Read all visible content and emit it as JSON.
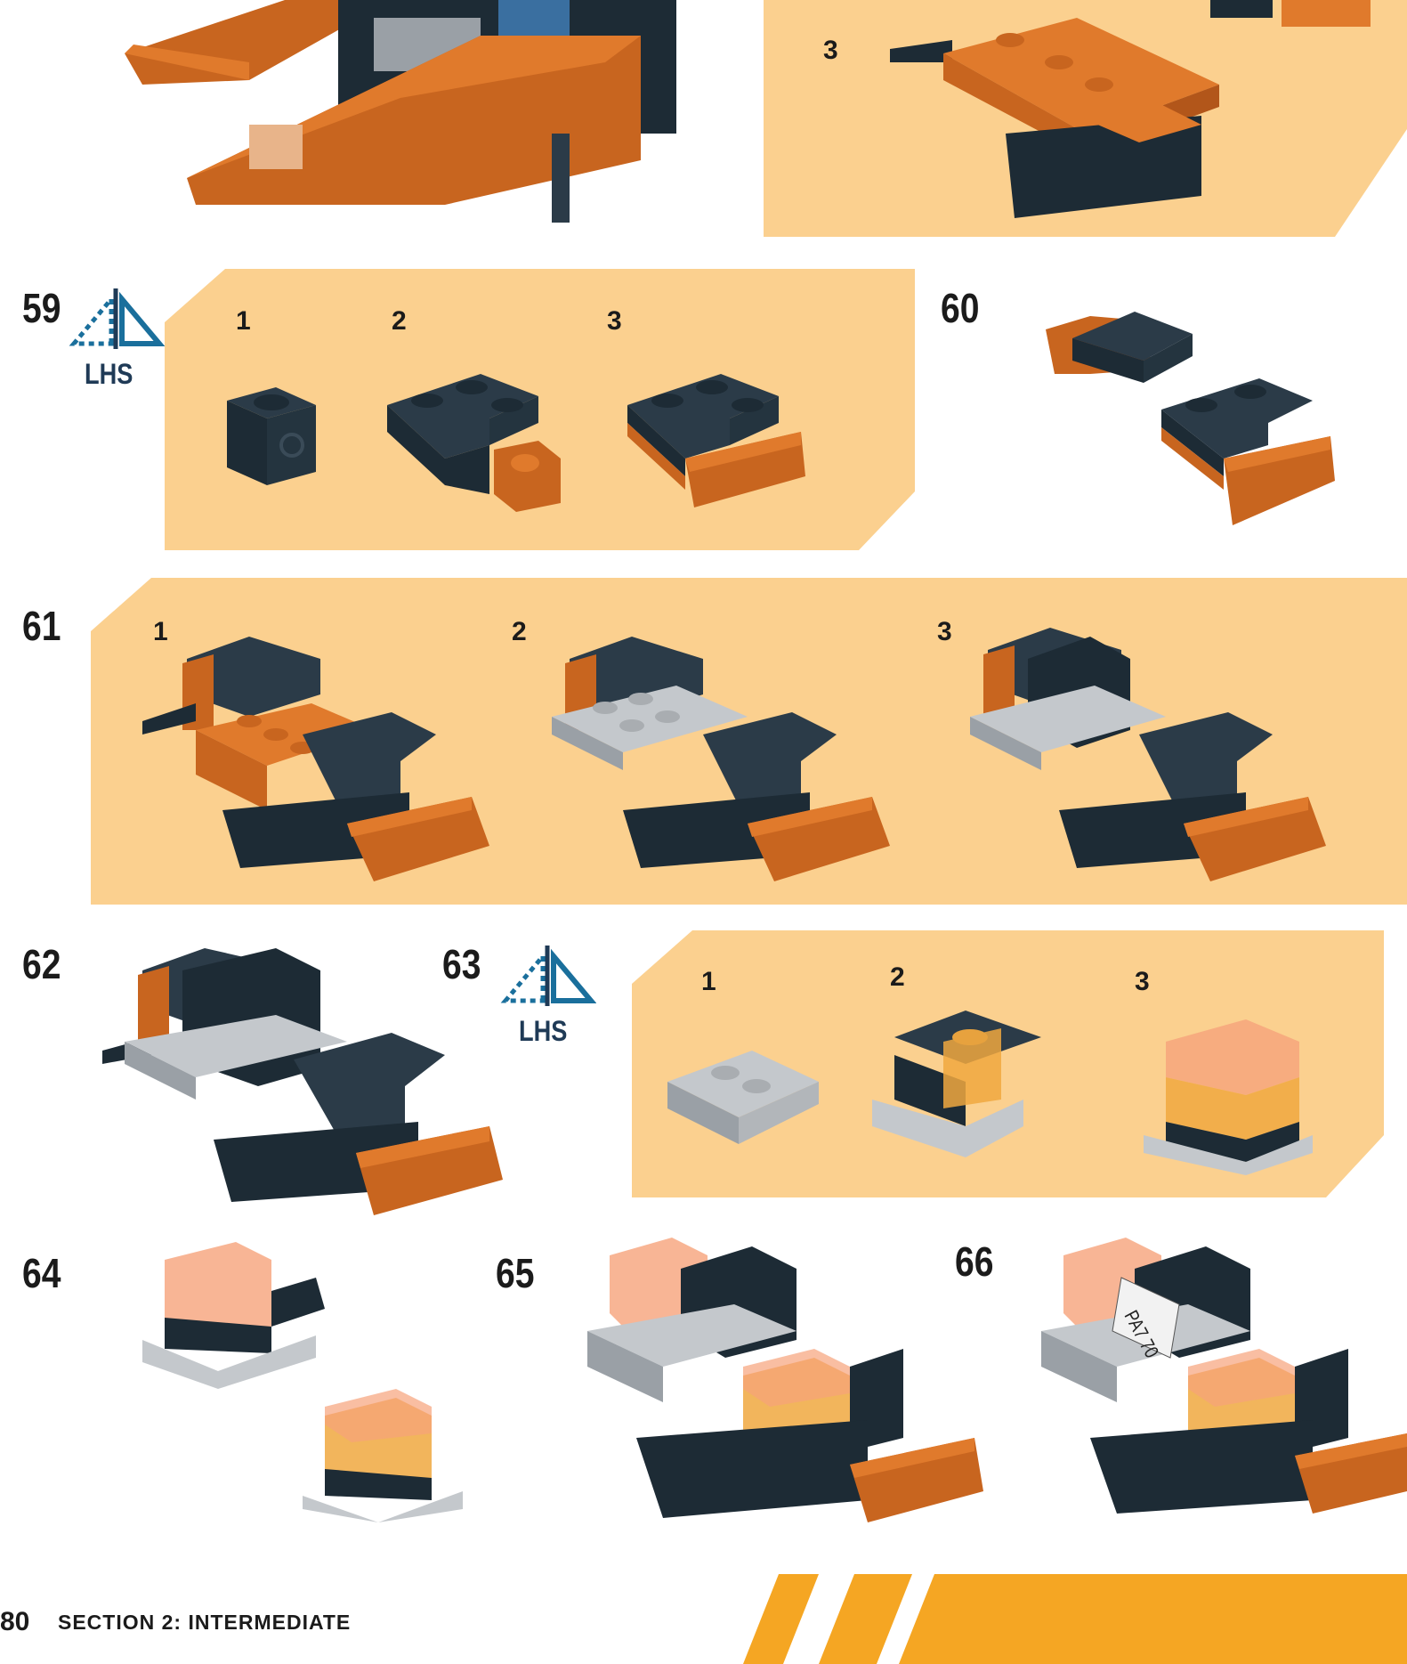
{
  "colors": {
    "panel": "#fbd08f",
    "orange": "#f5a623",
    "brick_orange": "#c8651f",
    "brick_dark": "#1d2b35",
    "brick_gray": "#a9adb1",
    "icon_blue": "#1a6f9c"
  },
  "steps": {
    "s58": {
      "substeps": [
        "3"
      ]
    },
    "s59": {
      "number": "59",
      "icon": "mirror-build-icon",
      "icon_label": "LHS",
      "substeps": [
        "1",
        "2",
        "3"
      ]
    },
    "s60": {
      "number": "60"
    },
    "s61": {
      "number": "61",
      "substeps": [
        "1",
        "2",
        "3"
      ]
    },
    "s62": {
      "number": "62"
    },
    "s63": {
      "number": "63",
      "icon": "mirror-build-icon",
      "icon_label": "LHS",
      "substeps": [
        "1",
        "2",
        "3"
      ]
    },
    "s64": {
      "number": "64"
    },
    "s65": {
      "number": "65"
    },
    "s66": {
      "number": "66",
      "plate_text": "PA7 70"
    }
  },
  "footer": {
    "page_number": "80",
    "section": "SECTION 2: INTERMEDIATE"
  }
}
